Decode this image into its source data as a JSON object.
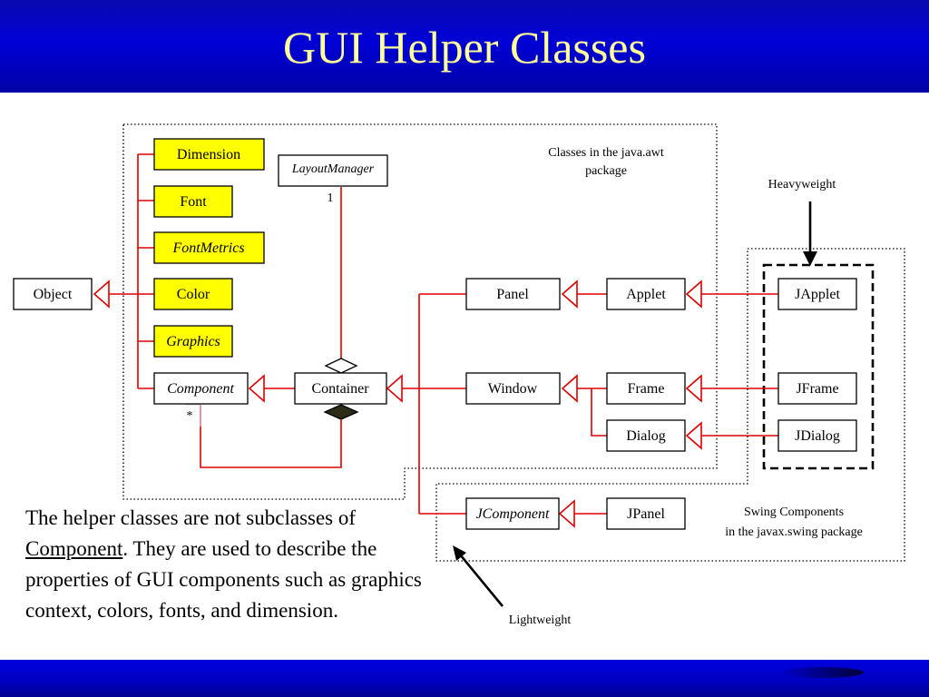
{
  "title": "GUI Helper Classes",
  "colors": {
    "title_bg": "#0000d6",
    "title_text": "#ffff99",
    "helper_fill": "#ffff00",
    "relation_line": "#dd0000"
  },
  "classes": {
    "dimension": "Dimension",
    "font": "Font",
    "fontmetrics": "FontMetrics",
    "color": "Color",
    "graphics": "Graphics",
    "component": "Component",
    "object": "Object",
    "layoutmanager": "LayoutManager",
    "container": "Container",
    "panel": "Panel",
    "applet": "Applet",
    "window": "Window",
    "frame": "Frame",
    "dialog": "Dialog",
    "japplet": "JApplet",
    "jframe": "JFrame",
    "jdialog": "JDialog",
    "jcomponent": "JComponent",
    "jpanel": "JPanel"
  },
  "multiplicity": {
    "one": "1",
    "many": "*"
  },
  "regions": {
    "awt_line1": "Classes in the java.awt",
    "awt_line2": "package",
    "swing_line1": "Swing Components",
    "swing_line2": "in the javax.swing package"
  },
  "annotations": {
    "heavyweight": "Heavyweight",
    "lightweight": "Lightweight"
  },
  "body": {
    "part1": "The helper classes are not subclasses of ",
    "link": "Component",
    "part2": ". They are used to describe the properties of GUI components such as graphics context, colors, fonts, and dimension."
  }
}
